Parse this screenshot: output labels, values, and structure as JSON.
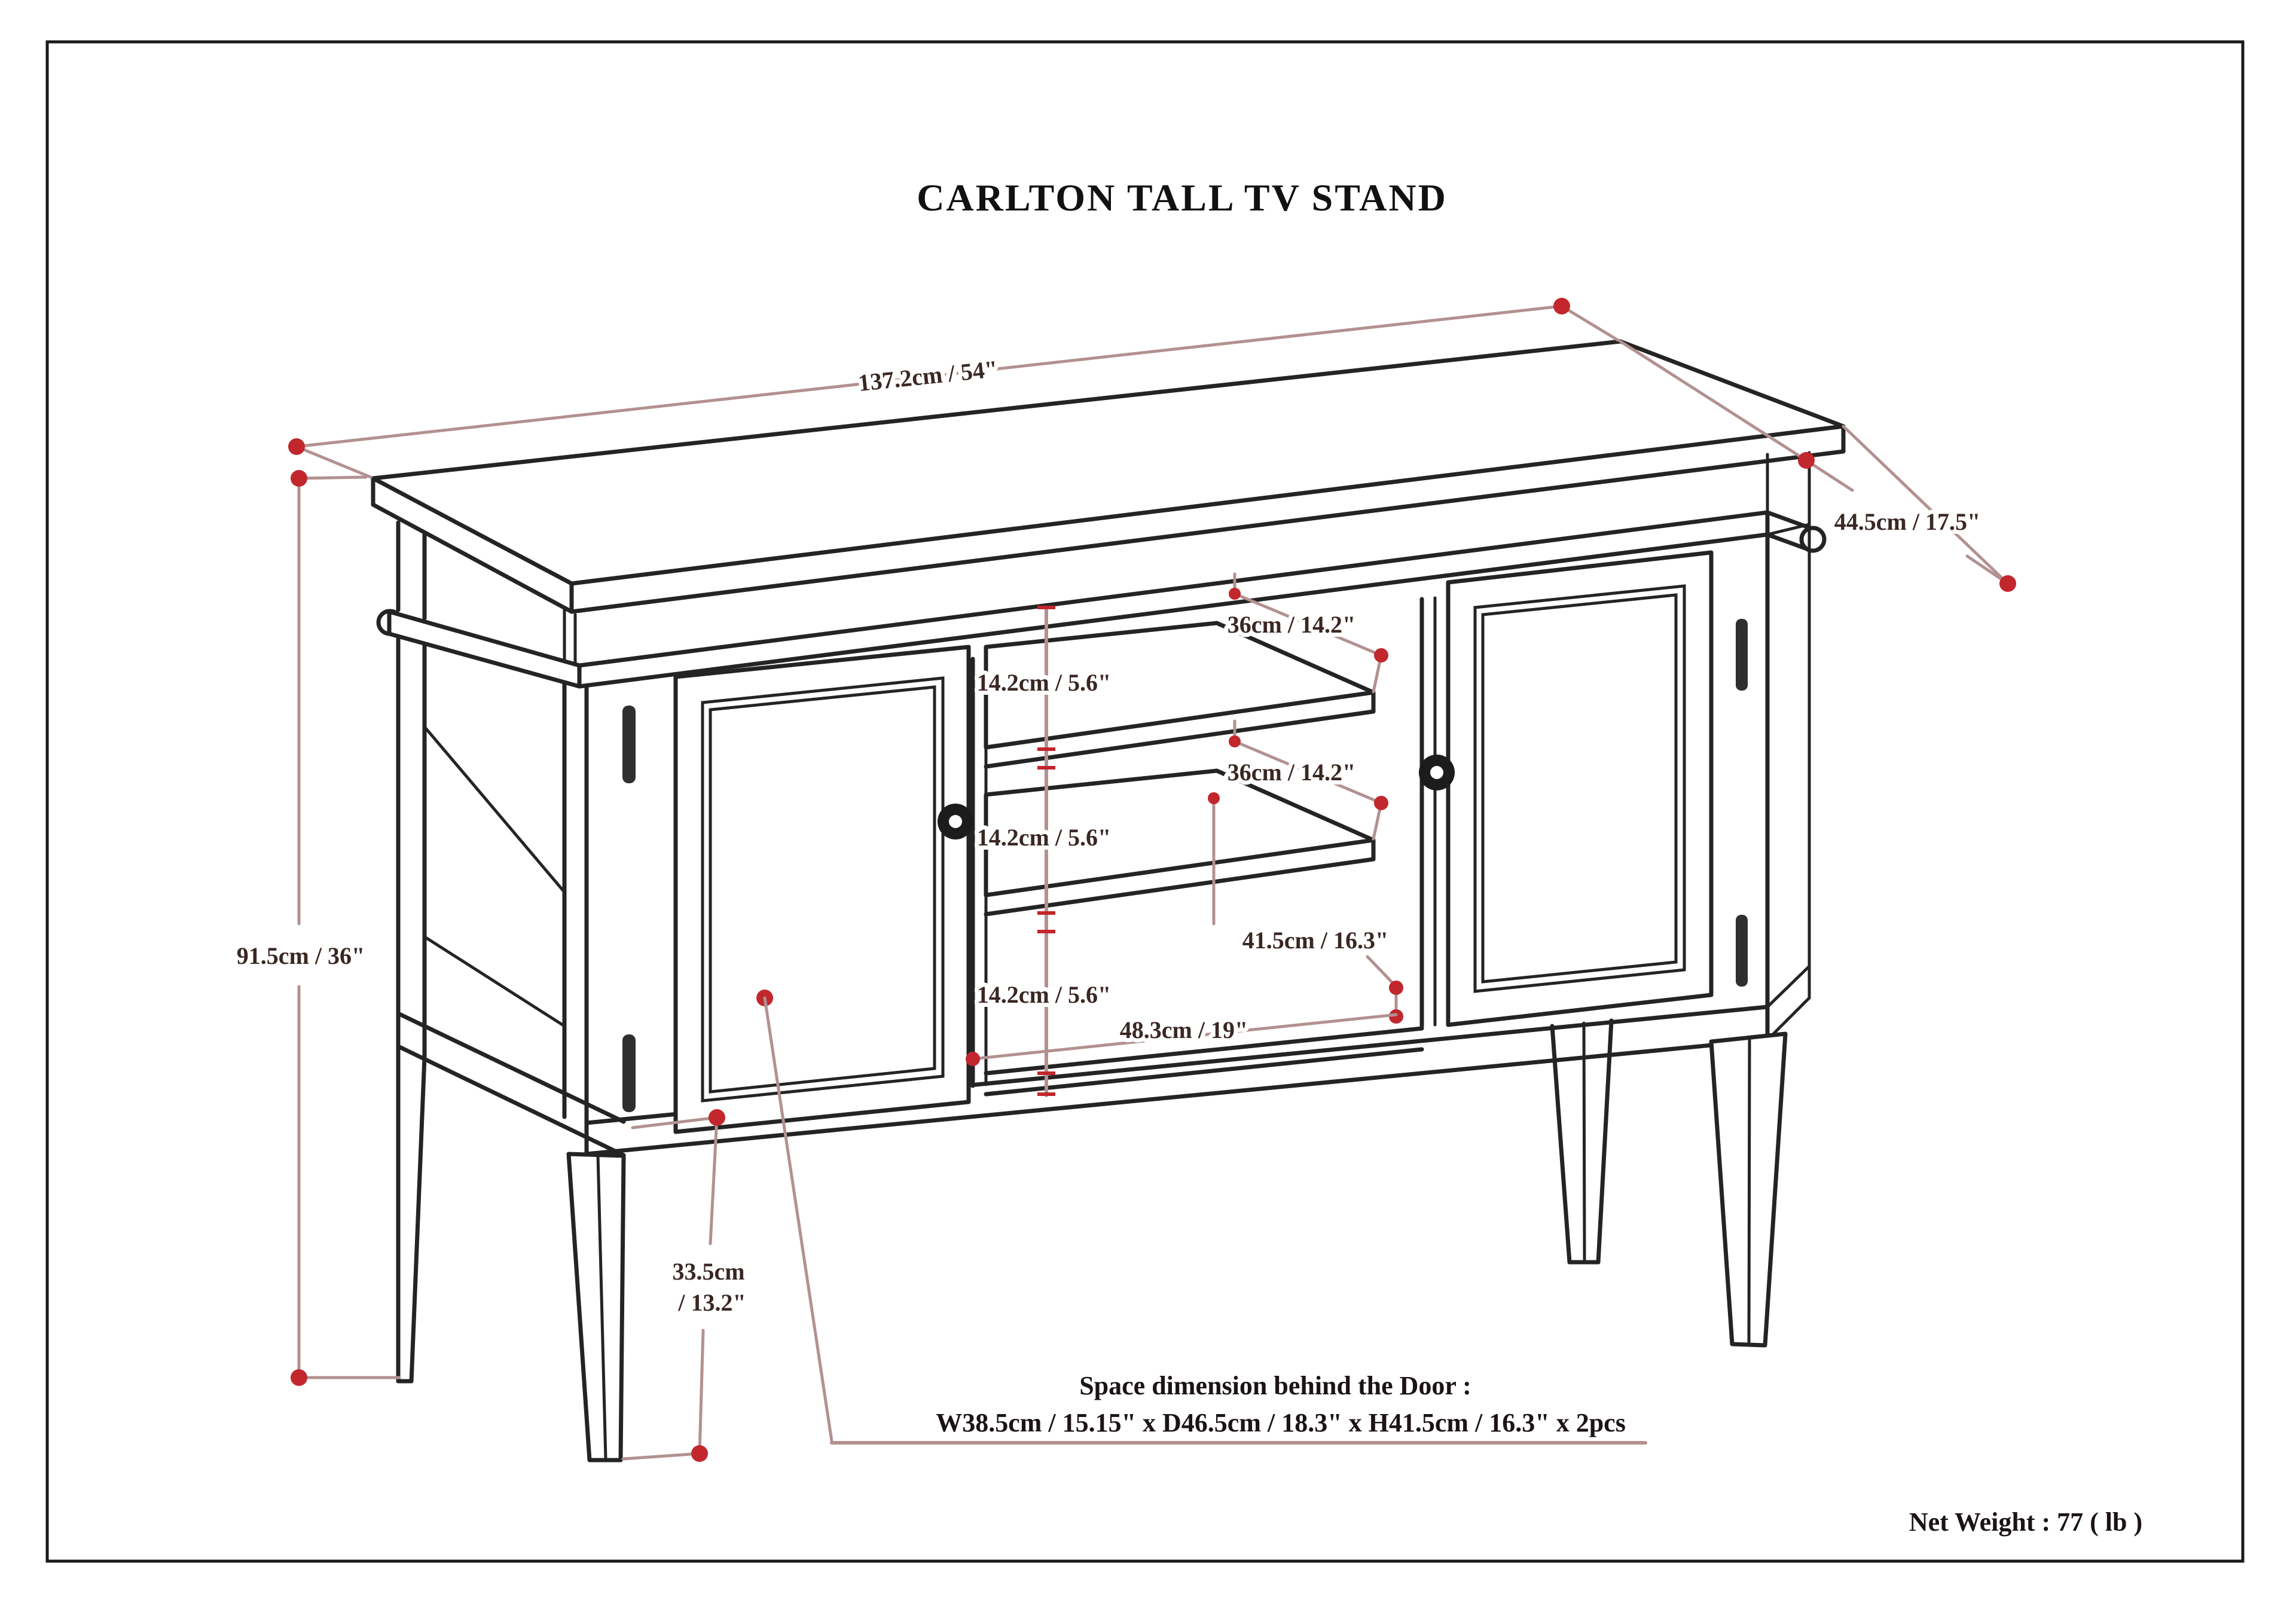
{
  "title": "CARLTON TALL TV STAND",
  "dims": {
    "top_width": "137.2cm / 54\"",
    "top_depth": "44.5cm / 17.5\"",
    "overall_height": "91.5cm / 36\"",
    "shelf_depth_upper": "36cm / 14.2\"",
    "shelf_depth_lower": "36cm / 14.2\"",
    "gap_upper": "14.2cm / 5.6\"",
    "gap_middle": "14.2cm / 5.6\"",
    "gap_lower": "14.2cm / 5.6\"",
    "tv_opening_height": "41.5cm / 16.3\"",
    "opening_width": "48.3cm / 19\"",
    "leg_height_cm": "33.5cm",
    "leg_height_in": "/ 13.2\""
  },
  "notes": {
    "space_heading": "Space dimension behind the Door :",
    "space_detail": "W38.5cm / 15.15\" x D46.5cm / 18.3\" x H41.5cm / 16.3\" x 2pcs",
    "net_weight": "Net Weight : 77 ( lb )"
  },
  "colors": {
    "line": "#242424",
    "dim_line": "#b39191",
    "dim_dot": "#c1272d",
    "dim_text": "#3a2723",
    "background": "#ffffff"
  }
}
